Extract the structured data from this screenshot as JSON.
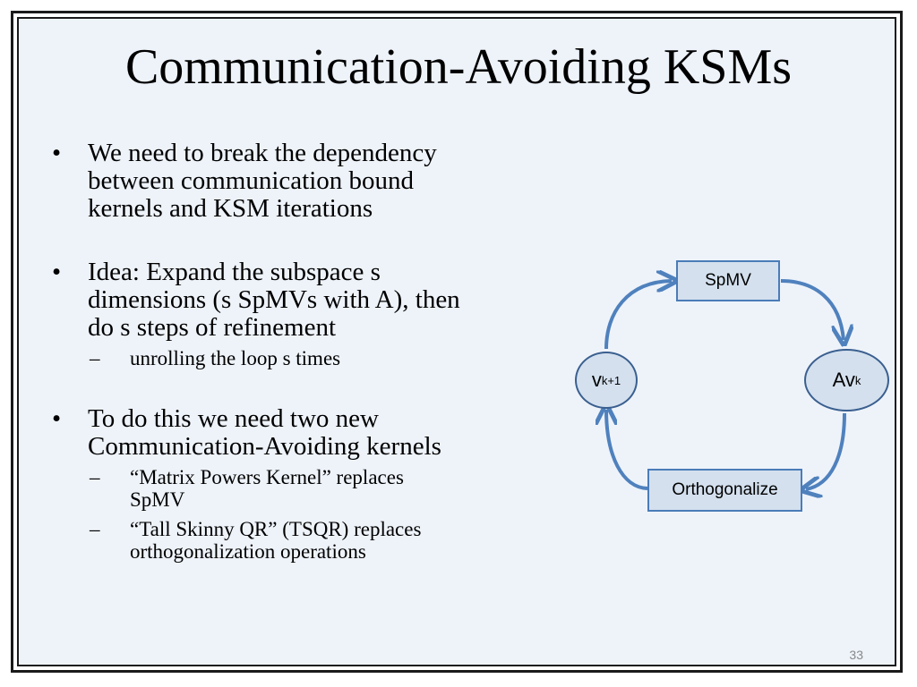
{
  "slide": {
    "title": "Communication-Avoiding KSMs",
    "page_number": "33"
  },
  "bullets": [
    {
      "symbol": "•",
      "text": "We need to break the dependency between communication bound kernels and KSM iterations",
      "lines": [
        "We need to break the dependency",
        "between communication bound",
        "kernels and KSM iterations"
      ]
    },
    {
      "symbol": "•",
      "lines": [
        "Idea: Expand the subspace s",
        "dimensions (s SpMVs with A), then",
        "do s steps of refinement"
      ],
      "subs": [
        {
          "symbol": "–",
          "lines": [
            "unrolling the loop s times"
          ]
        }
      ]
    },
    {
      "symbol": "•",
      "lines": [
        "To do this we need two new",
        "Communication-Avoiding kernels"
      ],
      "subs": [
        {
          "symbol": "–",
          "lines": [
            "“Matrix Powers Kernel” replaces",
            "SpMV"
          ]
        },
        {
          "symbol": "–",
          "lines": [
            "“Tall Skinny QR” (TSQR) replaces",
            "orthogonalization operations"
          ]
        }
      ]
    }
  ],
  "diagram": {
    "spmv_label": "SpMV",
    "orth_label": "Orthogonalize",
    "left_node": {
      "base": "v",
      "sub": "k+1"
    },
    "right_node": {
      "base": "Av",
      "sub": "k"
    },
    "colors": {
      "box_fill": "#d4e0ee",
      "box_border": "#4a7cb8",
      "arrow": "#4f81bd"
    }
  }
}
